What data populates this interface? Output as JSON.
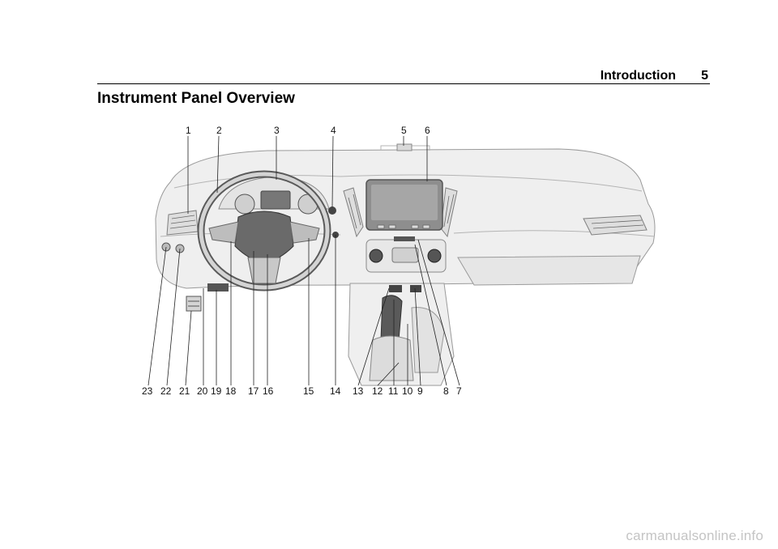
{
  "header": {
    "running_head": "Introduction",
    "page_number": "5"
  },
  "section": {
    "title": "Instrument Panel Overview"
  },
  "illustration": {
    "top_callouts": [
      "1",
      "2",
      "3",
      "4",
      "5",
      "6"
    ],
    "bottom_callouts": [
      "23",
      "22",
      "21",
      "20",
      "19",
      "18",
      "17",
      "16",
      "15",
      "14",
      "13",
      "12",
      "11",
      "10",
      "9",
      "8",
      "7"
    ]
  },
  "footer": {
    "watermark": "carmanualsonline.info"
  }
}
